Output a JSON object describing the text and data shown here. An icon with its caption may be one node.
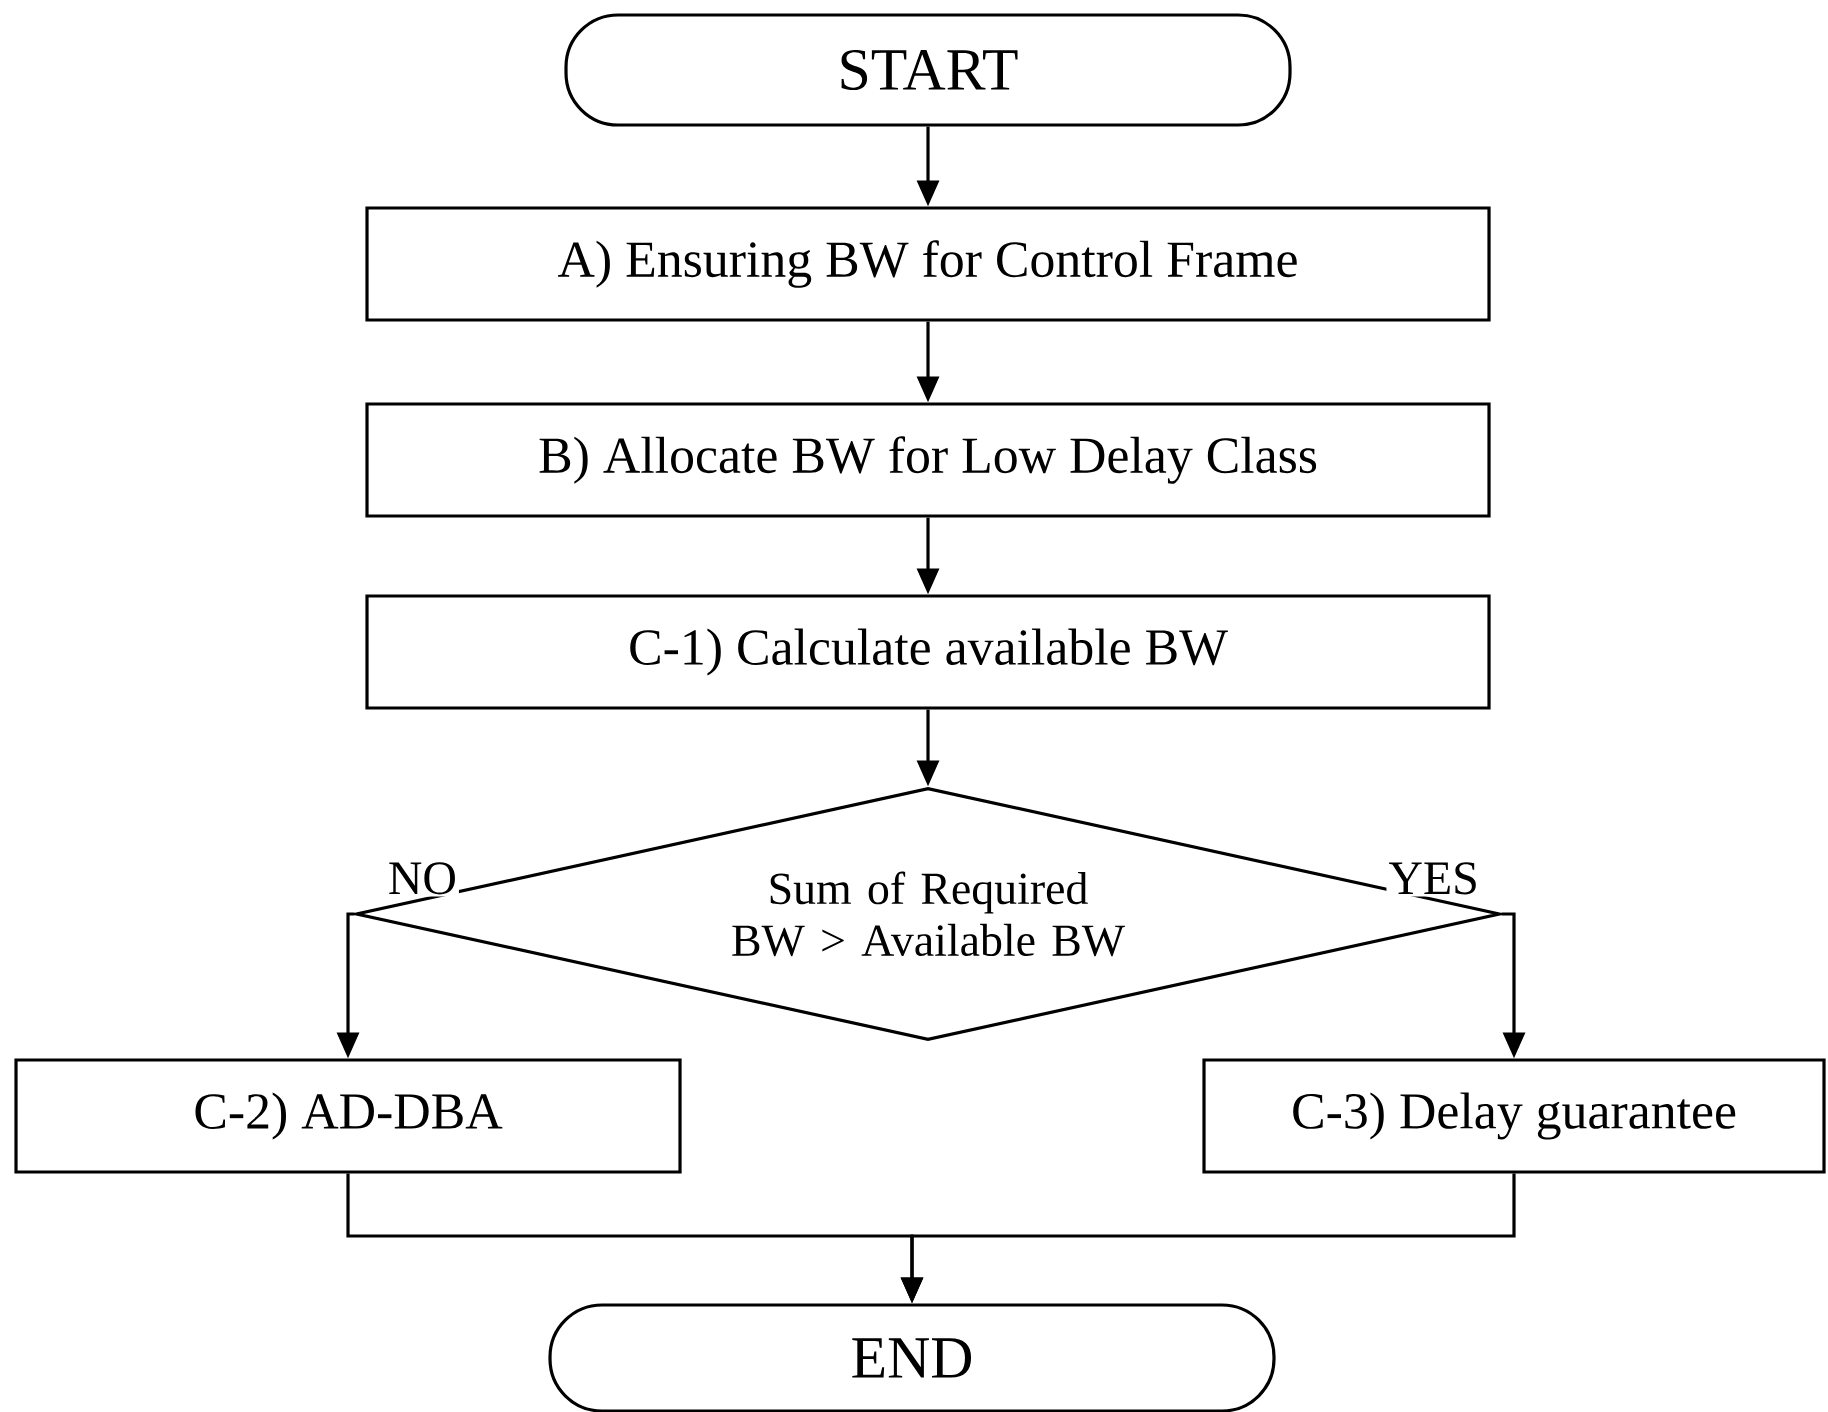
{
  "diagram": {
    "nodes": [
      {
        "text": [
          "START"
        ]
      },
      {
        "text": [
          "A) Ensuring BW for Control Frame"
        ]
      },
      {
        "text": [
          "B) Allocate BW for Low Delay Class"
        ]
      },
      {
        "text": [
          "C-1) Calculate available BW"
        ]
      },
      {
        "text": [
          "Sum of Required BW > Available BW"
        ]
      },
      {
        "text": [
          "C-2) AD-DBA"
        ]
      },
      {
        "text": [
          "C-3) Delay guarantee"
        ]
      },
      {
        "text": [
          "END"
        ]
      }
    ],
    "edges": [
      {
        "from": 0,
        "to": 1,
        "arrow": "to"
      },
      {
        "from": 1,
        "to": 2,
        "arrow": "to"
      },
      {
        "from": 2,
        "to": 3,
        "arrow": "to"
      },
      {
        "from": 3,
        "to": 4,
        "arrow": "to"
      },
      {
        "from": 4,
        "to": 5,
        "arrow": "to",
        "label": "NO"
      },
      {
        "from": 4,
        "to": 6,
        "arrow": "to",
        "label": "YES"
      },
      {
        "from": 5,
        "to": 7,
        "arrow": "to"
      },
      {
        "from": 6,
        "to": 7,
        "arrow": "to"
      }
    ]
  }
}
